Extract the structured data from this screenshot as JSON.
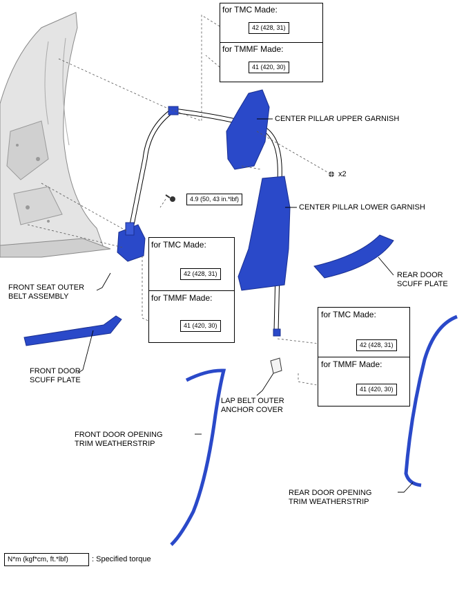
{
  "colors": {
    "part_blue": "#2a49c9",
    "part_dark": "#1a2f8f",
    "body_gray": "#d9d9d9",
    "line": "#000000"
  },
  "torque_boxes": [
    {
      "header_tmc": "for TMC Made:",
      "value_tmc": "42 (428, 31)",
      "header_tmmf": "for TMMF Made:",
      "value_tmmf": "41 (420, 30)"
    },
    {
      "header_tmc": "for TMC Made:",
      "value_tmc": "42 (428, 31)",
      "header_tmmf": "for TMMF Made:",
      "value_tmmf": "41 (420, 30)"
    },
    {
      "header_tmc": "for TMC Made:",
      "value_tmc": "42 (428, 31)",
      "header_tmmf": "for TMMF Made:",
      "value_tmmf": "41 (420, 30)"
    }
  ],
  "single_torque": "4.9 (50, 43 in.*lbf)",
  "clip_count": "x2",
  "labels": {
    "center_upper": "CENTER PILLAR UPPER GARNISH",
    "center_lower": "CENTER PILLAR LOWER GARNISH",
    "rear_scuff_1": "REAR DOOR",
    "rear_scuff_2": "SCUFF PLATE",
    "front_belt_1": "FRONT SEAT OUTER",
    "front_belt_2": "BELT ASSEMBLY",
    "front_scuff_1": "FRONT DOOR",
    "front_scuff_2": "SCUFF PLATE",
    "lap_cover_1": "LAP BELT OUTER",
    "lap_cover_2": "ANCHOR COVER",
    "front_ws_1": "FRONT DOOR OPENING",
    "front_ws_2": "TRIM WEATHERSTRIP",
    "rear_ws_1": "REAR DOOR OPENING",
    "rear_ws_2": "TRIM WEATHERSTRIP"
  },
  "legend": {
    "box_text": "N*m (kgf*cm, ft.*lbf)",
    "desc": ": Specified torque"
  },
  "icons": [
    "bolt-icon",
    "clip-icon"
  ]
}
